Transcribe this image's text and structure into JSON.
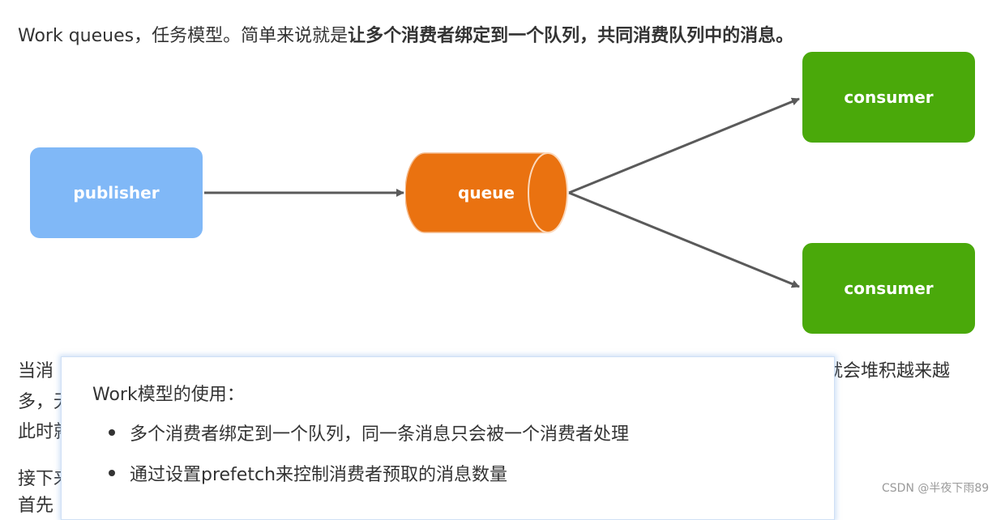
{
  "intro": {
    "normal": "Work queues，任务模型。简单来说就是",
    "bold": "让多个消费者绑定到一个队列，共同消费队列中的消息。"
  },
  "diagram": {
    "publisher": "publisher",
    "queue": "queue",
    "consumer_top": "consumer",
    "consumer_bottom": "consumer",
    "colors": {
      "publisher": "#80b8f7",
      "queue": "#ea7210",
      "consumer": "#4aa90a",
      "arrow": "#5a5a5a"
    }
  },
  "background_text": {
    "line1_left": "当消",
    "line1_right": "就会堆积越来越",
    "line2_left": "多，无",
    "line3_left": "此时就",
    "line4_left": "接下来",
    "line5_left": "首先"
  },
  "popup": {
    "title": "Work模型的使用：",
    "items": [
      "多个消费者绑定到一个队列，同一条消息只会被一个消费者处理",
      "通过设置prefetch来控制消费者预取的消息数量"
    ]
  },
  "watermark": "CSDN @半夜下雨89"
}
